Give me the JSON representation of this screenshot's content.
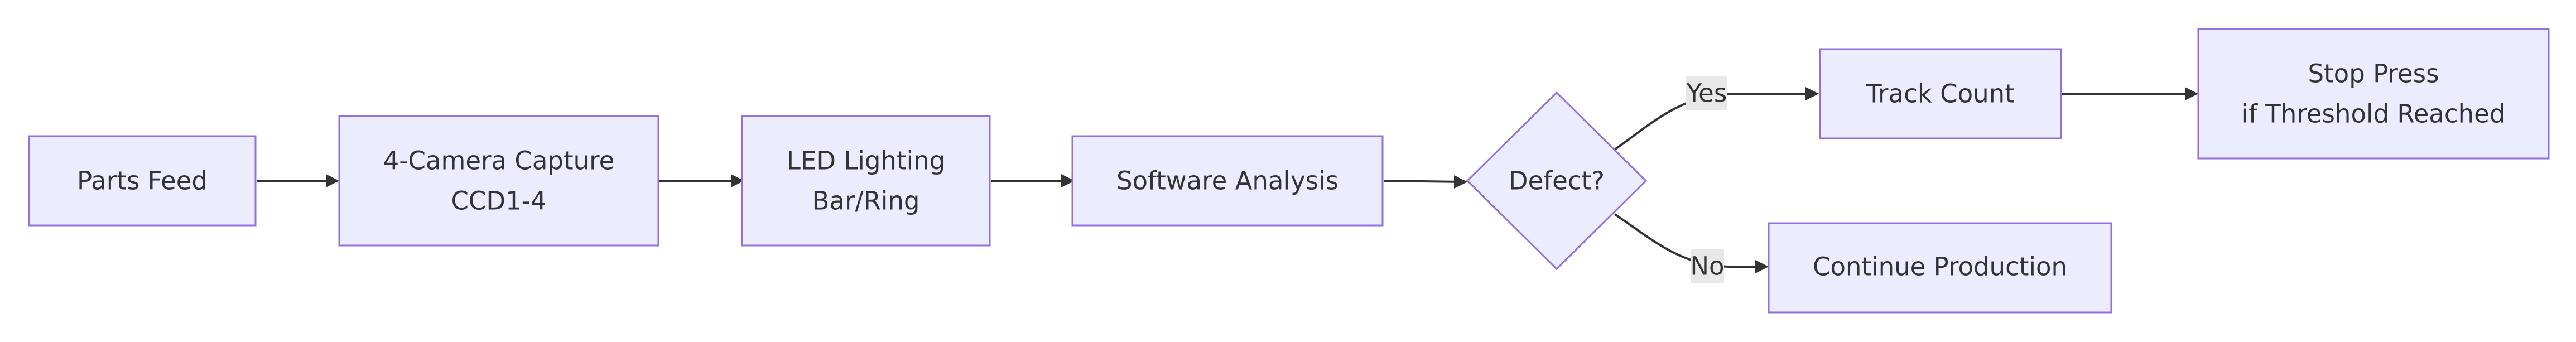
{
  "colors": {
    "node_fill": "#ECECFF",
    "node_stroke": "#9370DB",
    "edge": "#333333",
    "label_bg": "#E8E8E8",
    "text": "#333333"
  },
  "nodes": {
    "parts_feed": {
      "lines": [
        "Parts Feed"
      ]
    },
    "camera_capture": {
      "lines": [
        "4-Camera Capture",
        "CCD1-4"
      ]
    },
    "led_lighting": {
      "lines": [
        "LED Lighting",
        "Bar/Ring"
      ]
    },
    "software_analysis": {
      "lines": [
        "Software Analysis"
      ]
    },
    "defect_decision": {
      "lines": [
        "Defect?"
      ]
    },
    "track_count": {
      "lines": [
        "Track Count"
      ]
    },
    "stop_press": {
      "lines": [
        "Stop Press",
        "if Threshold Reached"
      ]
    },
    "continue_production": {
      "lines": [
        "Continue Production"
      ]
    }
  },
  "edges": {
    "yes_label": "Yes",
    "no_label": "No"
  }
}
